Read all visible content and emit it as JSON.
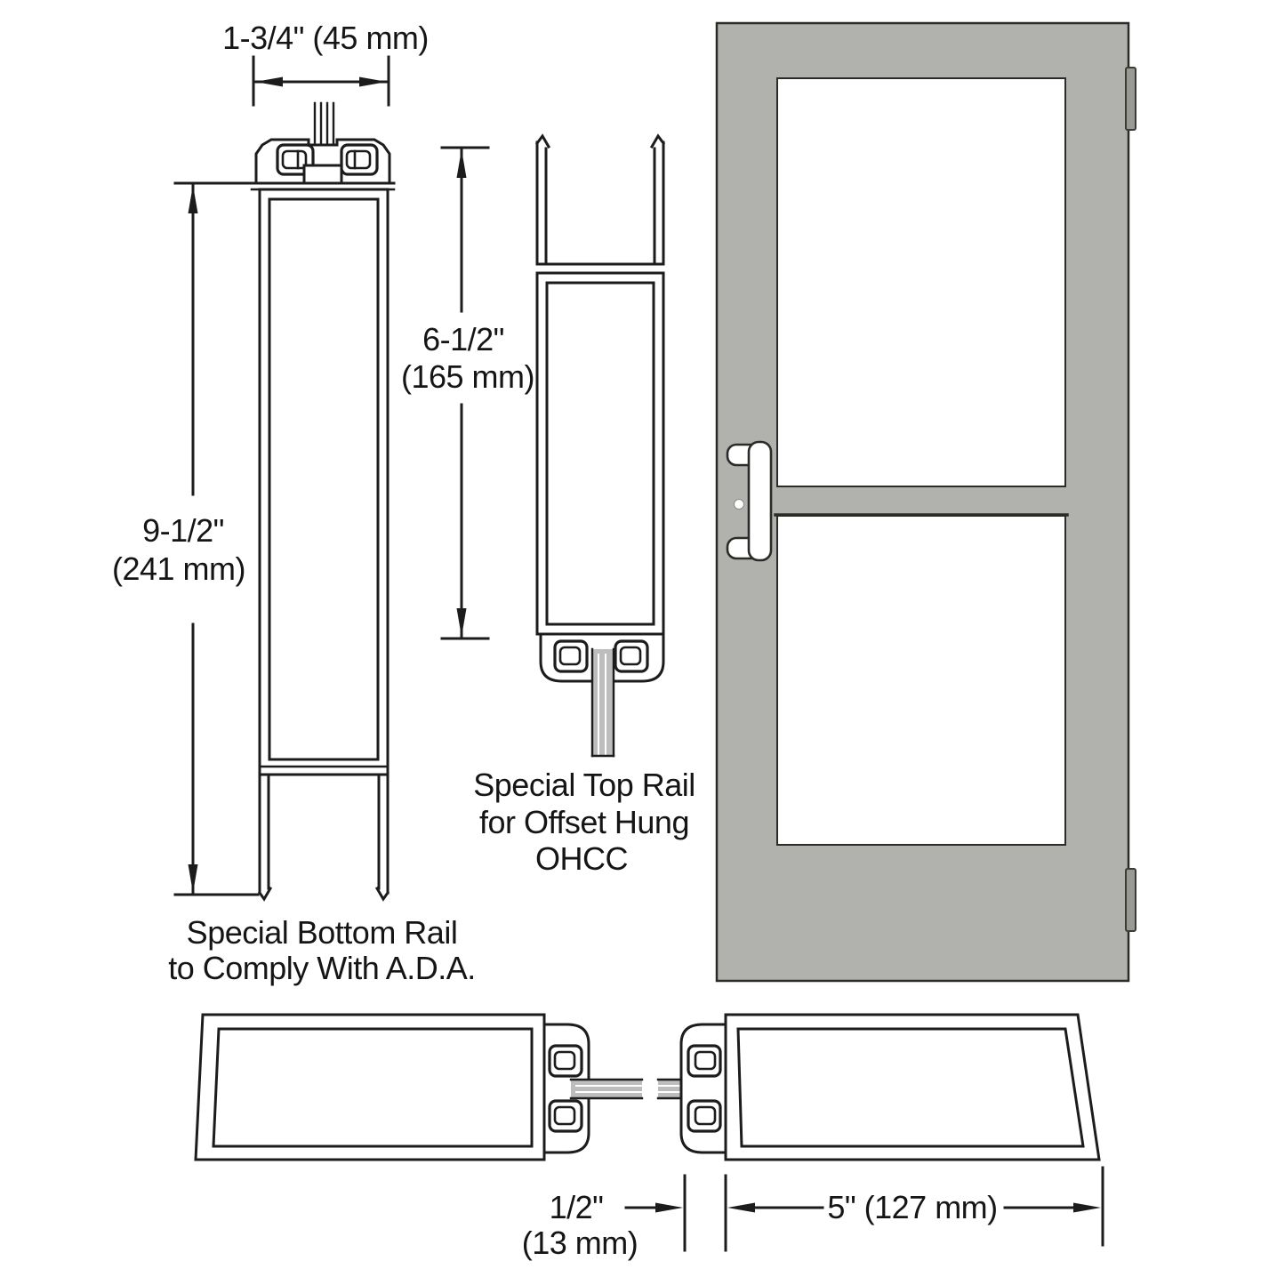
{
  "colors": {
    "background": "#ffffff",
    "line": "#1c1c1c",
    "door_fill": "#b1b1ad",
    "door_outline": "#2b2b28",
    "hinge_fill": "#9a9a94",
    "hinge_outline": "#3c3c36",
    "glass_fill": "#ffffff",
    "glass_section_fill": "#bdbdbd"
  },
  "dimensions": {
    "top_width": "1-3/4\" (45 mm)",
    "left_height_in": "9-1/2\"",
    "left_height_mm": "(241 mm)",
    "mid_height_in": "6-1/2\"",
    "mid_height_mm": "(165 mm)",
    "gap_in": "1/2\"",
    "gap_mm": "(13 mm)",
    "stile_width": "5\" (127 mm)"
  },
  "labels": {
    "bottom_rail_line1": "Special Bottom Rail",
    "bottom_rail_line2": "to Comply With A.D.A.",
    "top_rail_line1": "Special Top Rail",
    "top_rail_line2": "for Offset Hung",
    "top_rail_line3": "OHCC"
  }
}
